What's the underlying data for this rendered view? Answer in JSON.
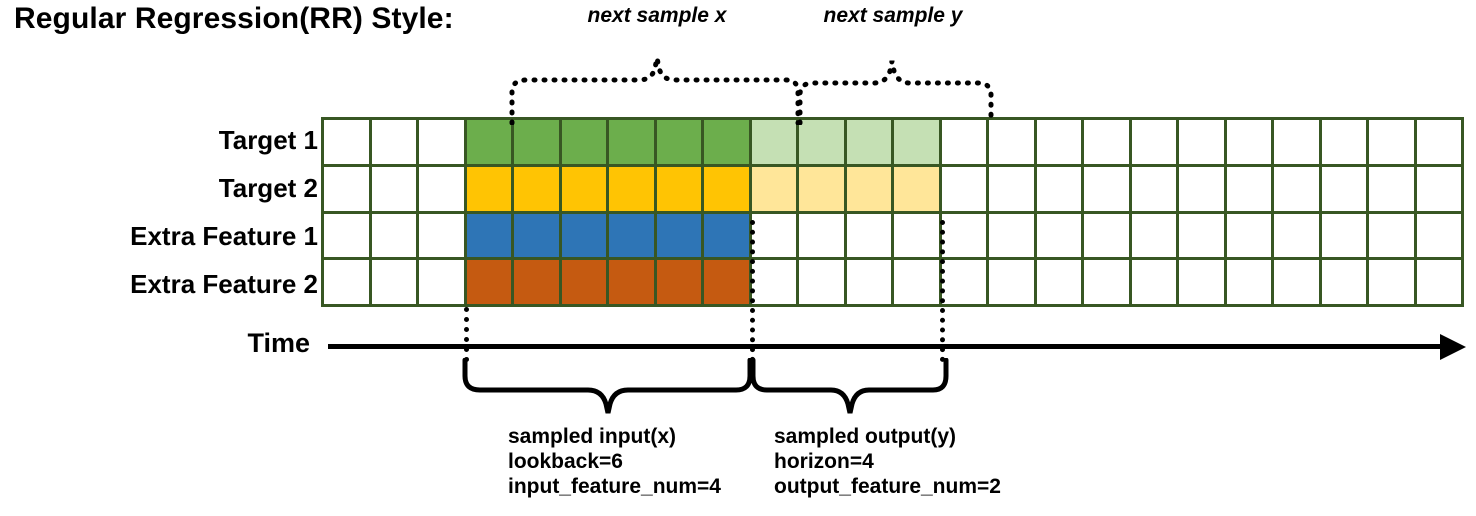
{
  "title": "Regular Regression(RR) Style:",
  "rows": [
    {
      "label": "Target 1",
      "name": "target-1"
    },
    {
      "label": "Target 2",
      "name": "target-2"
    },
    {
      "label": "Extra Feature 1",
      "name": "extra-feature-1"
    },
    {
      "label": "Extra Feature 2",
      "name": "extra-feature-2"
    }
  ],
  "grid": {
    "columns": 24,
    "rows": 4,
    "lead_blank_cols": 3,
    "input_start_col": 3,
    "lookback": 6,
    "horizon": 4,
    "cell_classes": [
      [
        "cell",
        "cell",
        "cell",
        "c-green",
        "c-green",
        "c-green",
        "c-green",
        "c-green",
        "c-green",
        "c-green-pale",
        "c-green-pale",
        "c-green-pale",
        "c-green-pale",
        "cell",
        "cell",
        "cell",
        "cell",
        "cell",
        "cell",
        "cell",
        "cell",
        "cell",
        "cell",
        "cell"
      ],
      [
        "cell",
        "cell",
        "cell",
        "c-amber",
        "c-amber",
        "c-amber",
        "c-amber",
        "c-amber",
        "c-amber",
        "c-amber-pale",
        "c-amber-pale",
        "c-amber-pale",
        "c-amber-pale",
        "cell",
        "cell",
        "cell",
        "cell",
        "cell",
        "cell",
        "cell",
        "cell",
        "cell",
        "cell",
        "cell"
      ],
      [
        "cell",
        "cell",
        "cell",
        "c-blue",
        "c-blue",
        "c-blue",
        "c-blue",
        "c-blue",
        "c-blue",
        "cell",
        "cell",
        "cell",
        "cell",
        "cell",
        "cell",
        "cell",
        "cell",
        "cell",
        "cell",
        "cell",
        "cell",
        "cell",
        "cell",
        "cell"
      ],
      [
        "cell",
        "cell",
        "cell",
        "c-orange",
        "c-orange",
        "c-orange",
        "c-orange",
        "c-orange",
        "c-orange",
        "cell",
        "cell",
        "cell",
        "cell",
        "cell",
        "cell",
        "cell",
        "cell",
        "cell",
        "cell",
        "cell",
        "cell",
        "cell",
        "cell",
        "cell"
      ]
    ]
  },
  "time_axis": {
    "label": "Time"
  },
  "top_labels": [
    {
      "text": "next sample x",
      "name": "next-sample-x-label"
    },
    {
      "text": "next sample y",
      "name": "next-sample-y-label"
    }
  ],
  "bottom_annotations": [
    {
      "name": "sampled-input-annotation",
      "lines": [
        "sampled input(x)",
        "lookback=6",
        "input_feature_num=4"
      ]
    },
    {
      "name": "sampled-output-annotation",
      "lines": [
        "sampled output(y)",
        "horizon=4",
        "output_feature_num=2"
      ]
    }
  ],
  "colors": {
    "grid_border": "#385723",
    "target1": "#6CAE4C",
    "target1_pale": "#C5E0B4",
    "target2": "#FFC403",
    "target2_pale": "#FFE699",
    "extra_feature1": "#2E75B6",
    "extra_feature2": "#C55A11",
    "empty": "#FFFFFF",
    "ink": "#000000"
  }
}
